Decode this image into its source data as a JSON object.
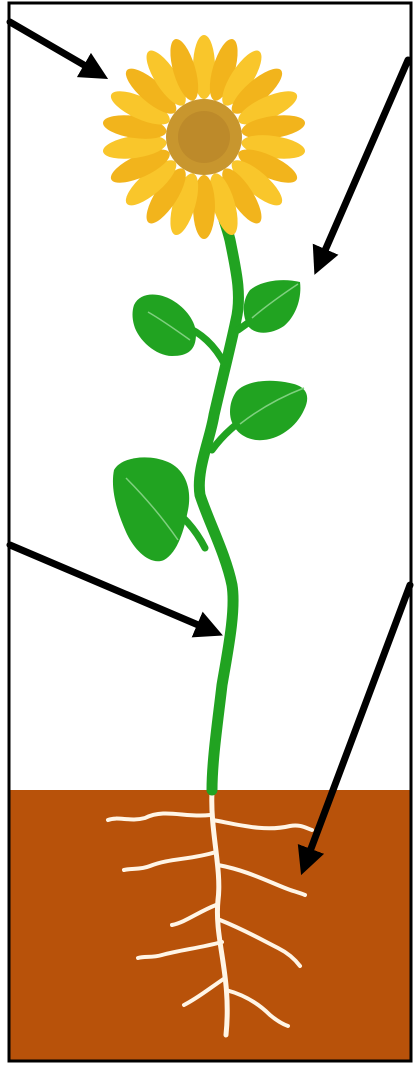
{
  "diagram": {
    "type": "plant-parts",
    "labels": [],
    "colors": {
      "frame": "#000000",
      "background": "#ffffff",
      "soil": "#b8520a",
      "roots": "#fff5e6",
      "stem": "#21a321",
      "leaf": "#21a321",
      "leaf_vein": "#7fd07f",
      "petal": "#f9c62b",
      "petal_edge": "#f2b41c",
      "flower_center": "#c8962e",
      "arrow": "#000000"
    },
    "arrows": [
      {
        "target": "flower"
      },
      {
        "target": "leaf"
      },
      {
        "target": "stem"
      },
      {
        "target": "roots"
      }
    ]
  }
}
